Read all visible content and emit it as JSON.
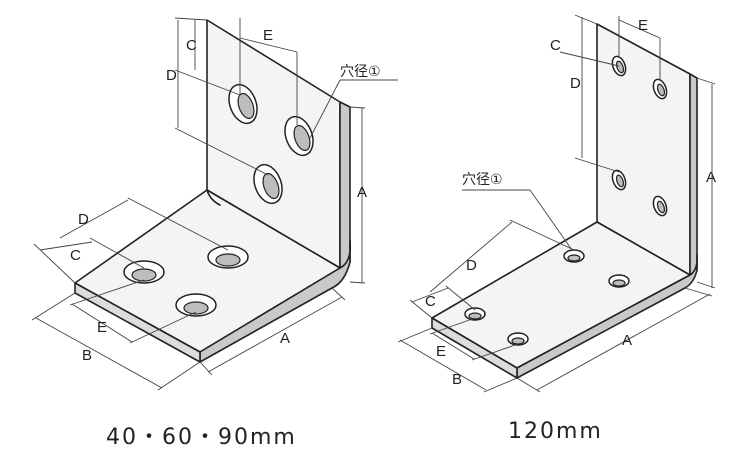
{
  "captions": {
    "left": "40・60・90mm",
    "right": "120mm"
  },
  "labels": {
    "hole_note": "穴径①",
    "A": "A",
    "B": "B",
    "C": "C",
    "D": "D",
    "E": "E"
  }
}
